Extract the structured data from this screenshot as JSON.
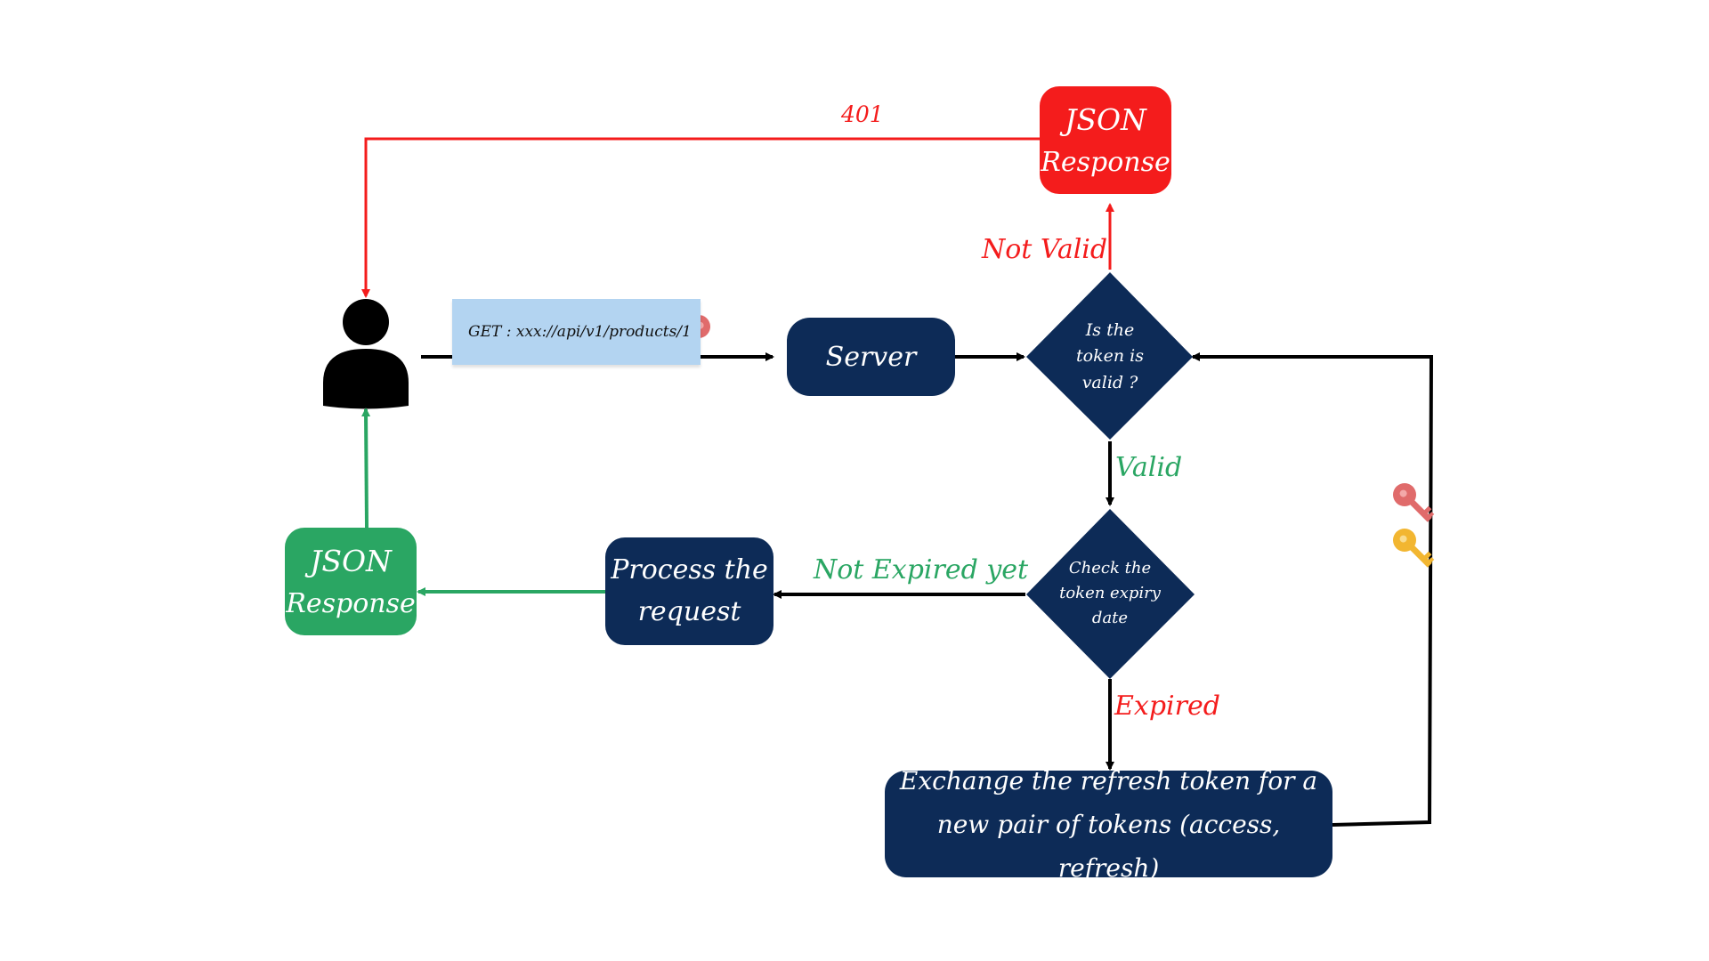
{
  "nodes": {
    "server": "Server",
    "json_red_line1": "JSON",
    "json_red_line2": "Response",
    "json_green_line1": "JSON",
    "json_green_line2": "Response",
    "process_line1": "Process the",
    "process_line2": "request",
    "exchange_line1": "Exchange the refresh token for a",
    "exchange_line2": "new pair of tokens (access, refresh)",
    "token_valid_line1": "Is the",
    "token_valid_line2": "token is",
    "token_valid_line3": "valid ?",
    "expiry_line1": "Check the",
    "expiry_line2": "token expiry",
    "expiry_line3": "date"
  },
  "edges": {
    "status_401": "401",
    "not_valid": "Not Valid",
    "valid": "Valid",
    "not_expired": "Not Expired yet",
    "expired": "Expired"
  },
  "request": {
    "text": "GET : xxx://api/v1/products/1"
  },
  "colors": {
    "dark_navy": "#0d2b57",
    "error_red": "#f41c1c",
    "success_green": "#2aa663",
    "request_blue": "#b3d4f1",
    "key_red": "#e06b6b",
    "key_gold": "#f2b631"
  }
}
